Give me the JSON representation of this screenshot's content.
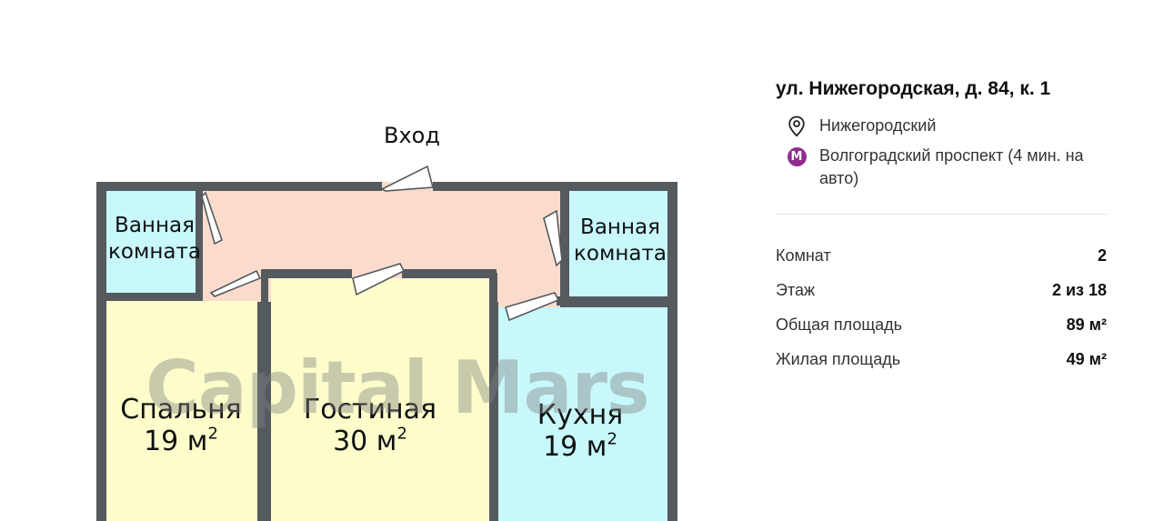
{
  "floorplan": {
    "entrance_label": "Вход",
    "rooms": {
      "bath_left": {
        "name": "Ванная комната"
      },
      "bath_right": {
        "name": "Ванная комната"
      },
      "bedroom": {
        "name": "Спальня",
        "area": "19 м"
      },
      "living": {
        "name": "Гостиная",
        "area": "30 м"
      },
      "kitchen": {
        "name": "Кухня",
        "area": "19 м"
      }
    },
    "area_sup": "2",
    "watermark": "Capital Mars",
    "colors": {
      "wall": "#555a5e",
      "hall": "#fbdccc",
      "bath": "#c8f8fc",
      "room": "#fdfdcc",
      "kitchen": "#c8f8fc"
    }
  },
  "listing": {
    "address": "ул. Нижегородская, д. 84, к. 1",
    "district": "Нижегородский",
    "district_icon": "location-pin-icon",
    "metro": "Волгоградский проспект (4 мин. на авто)",
    "metro_icon": "metro-icon",
    "metro_letter": "М",
    "metro_color": "#8e2e8e",
    "properties": [
      {
        "label": "Комнат",
        "value": "2"
      },
      {
        "label": "Этаж",
        "value": "2 из 18"
      },
      {
        "label": "Общая площадь",
        "value": "89 м²"
      },
      {
        "label": "Жилая площадь",
        "value": "49 м²"
      }
    ]
  }
}
